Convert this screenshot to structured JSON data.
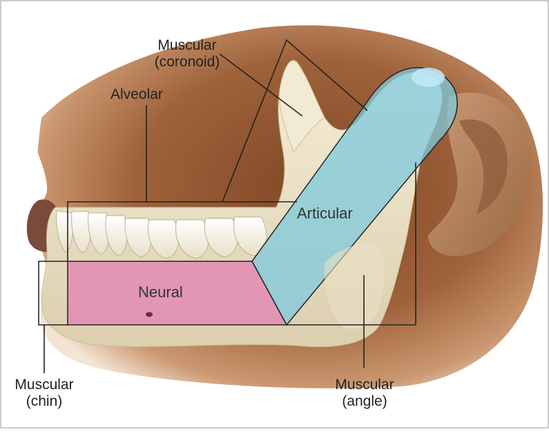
{
  "labels": {
    "muscular_coronoid": {
      "line1": "Muscular",
      "line2": "(coronoid)"
    },
    "alveolar": "Alveolar",
    "articular": "Articular",
    "neural": "Neural",
    "muscular_chin": {
      "line1": "Muscular",
      "line2": "(chin)"
    },
    "muscular_angle": {
      "line1": "Muscular",
      "line2": "(angle)"
    }
  },
  "colors": {
    "skin_dark": "#8a4f28",
    "skin_mid": "#b07447",
    "skin_light": "#d9b08c",
    "bone": "#efe6cc",
    "bone_shadow": "#cdbf9c",
    "articular_region": "#7ec9dc",
    "neural_region": "#e38bb3",
    "outline": "#222222"
  }
}
